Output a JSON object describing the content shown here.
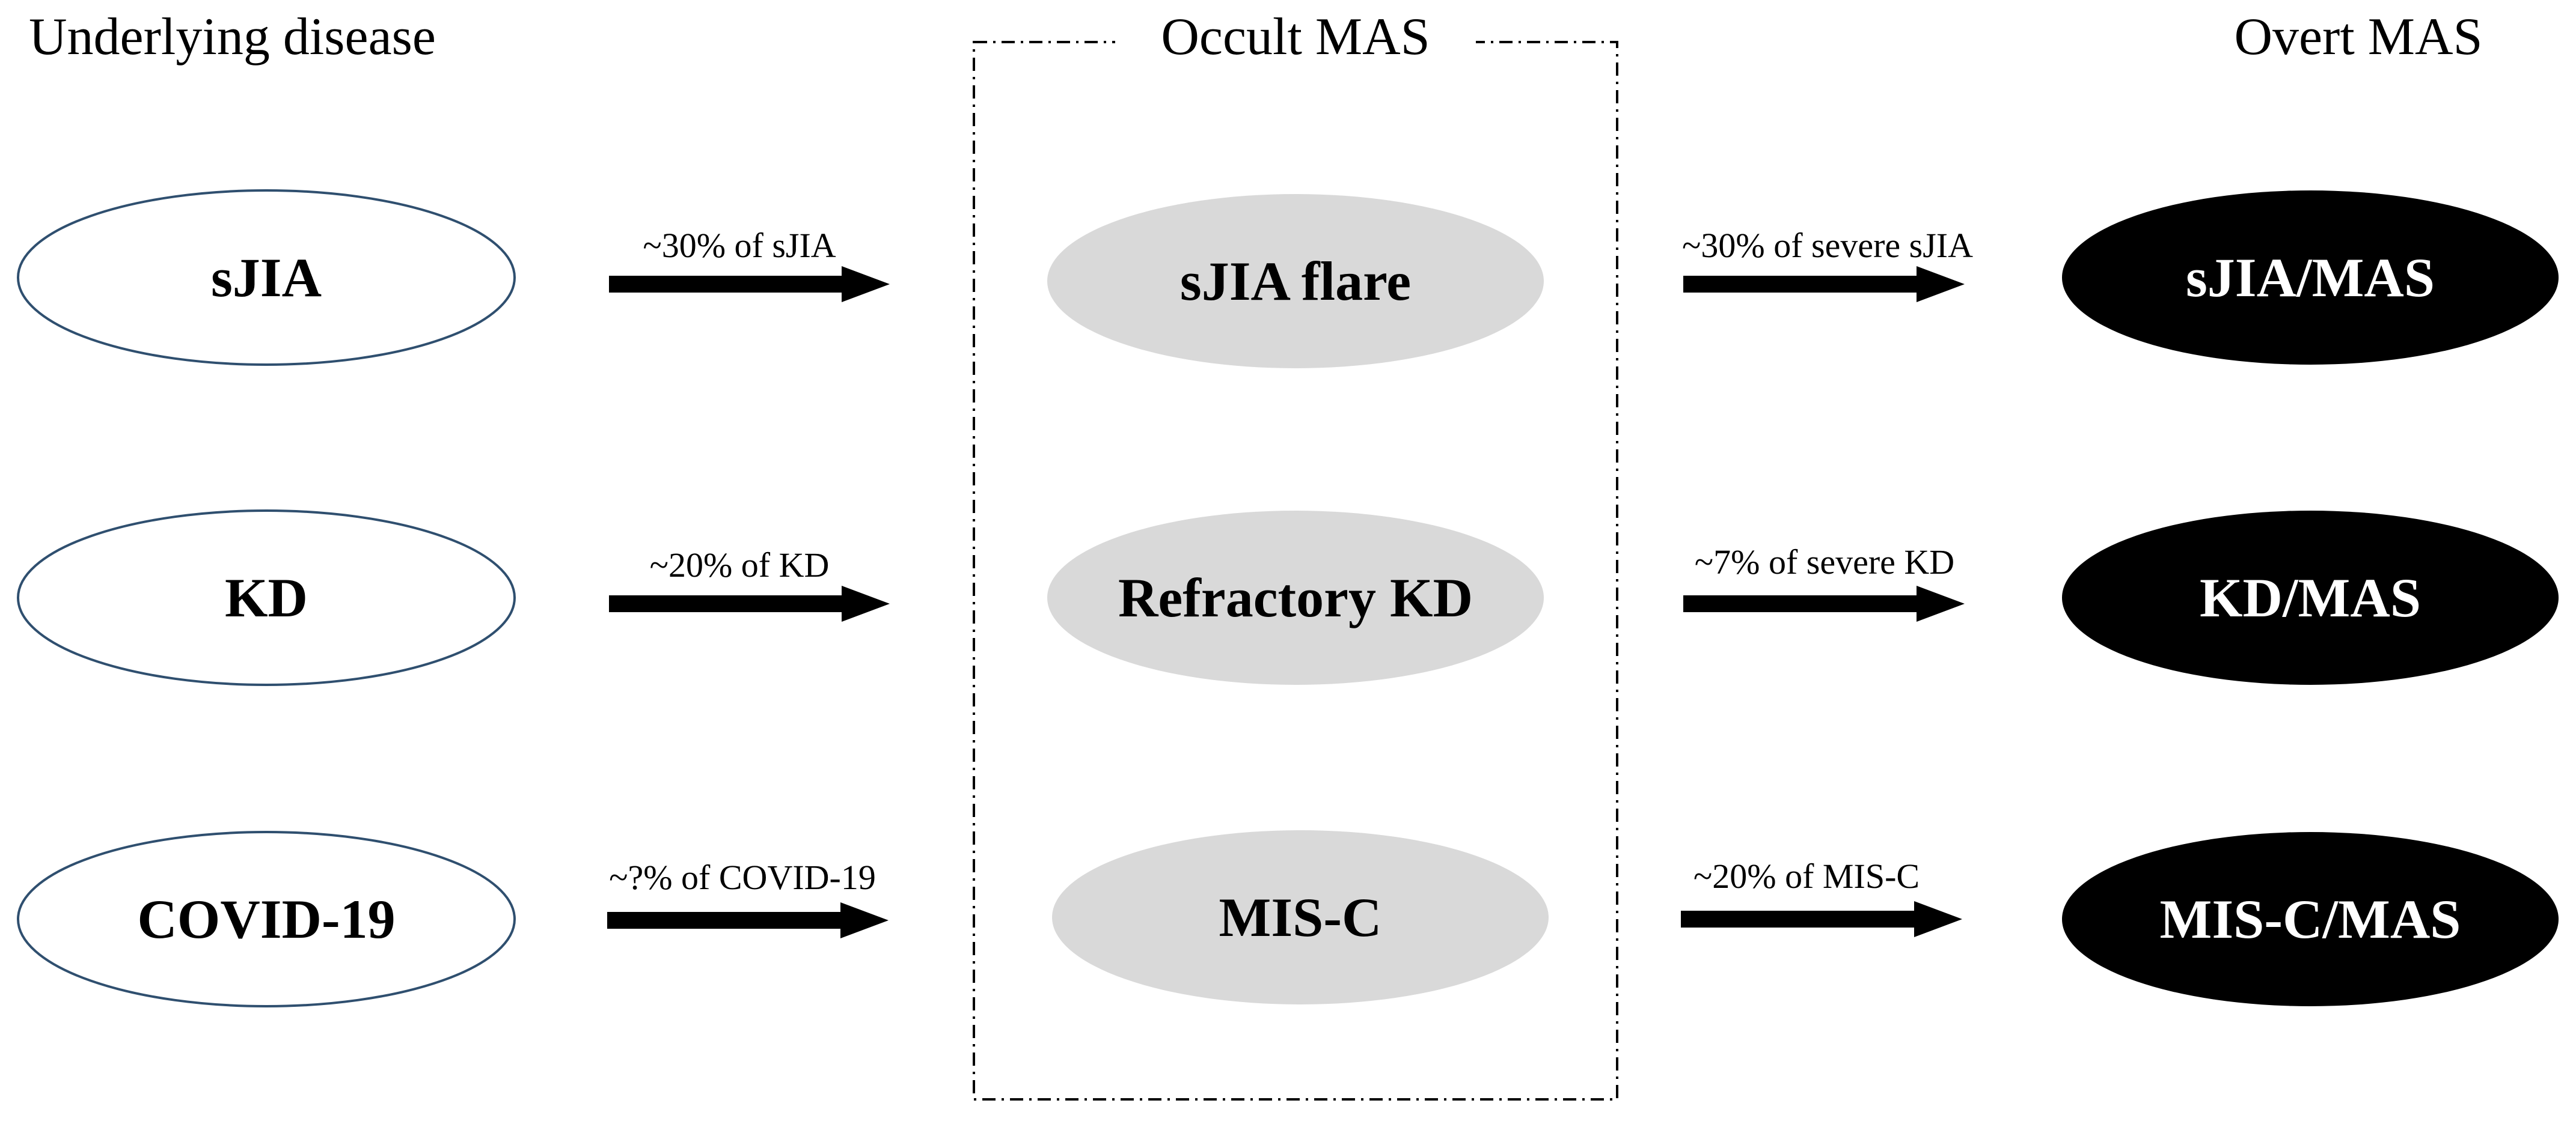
{
  "columns": {
    "underlying": "Underlying disease",
    "occult": "Occult MAS",
    "overt": "Overt MAS"
  },
  "rows": [
    {
      "underlying": "sJIA",
      "arrow1_label": "~30% of sJIA",
      "occult": "sJIA flare",
      "arrow2_label": "~30% of severe sJIA",
      "overt": "sJIA/MAS"
    },
    {
      "underlying": "KD",
      "arrow1_label": "~20% of KD",
      "occult": "Refractory KD",
      "arrow2_label": "~7% of severe KD",
      "overt": "KD/MAS"
    },
    {
      "underlying": "COVID-19",
      "arrow1_label": "~?% of COVID-19",
      "occult": "MIS-C",
      "arrow2_label": "~20% of MIS-C",
      "overt": "MIS-C/MAS"
    }
  ],
  "colors": {
    "underlying_stroke": "#2f4f6f",
    "occult_fill": "#d9d9d9",
    "overt_fill": "#000000",
    "overt_text": "#ffffff",
    "arrow": "#000000"
  }
}
